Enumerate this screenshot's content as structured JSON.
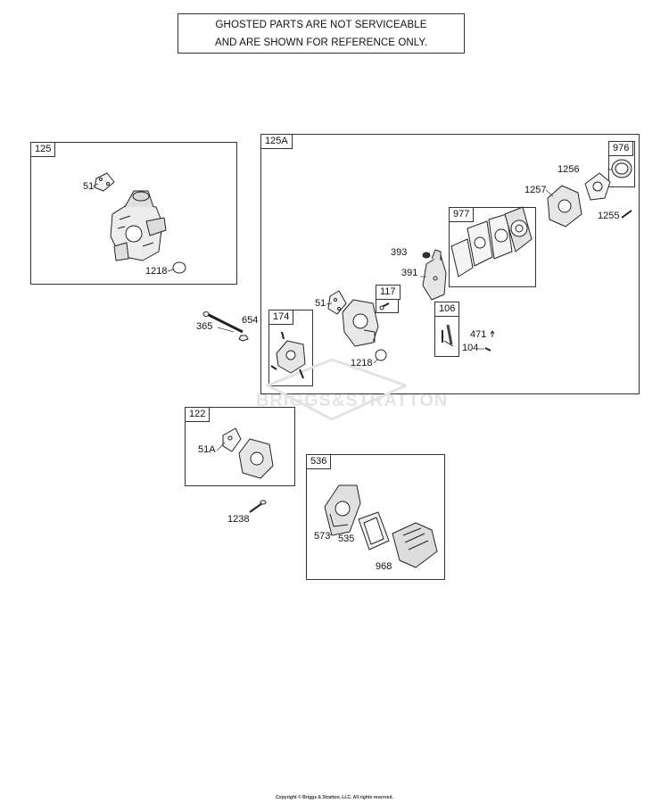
{
  "notice": {
    "line1": "GHOSTED PARTS ARE NOT SERVICEABLE",
    "line2": "AND ARE SHOWN FOR REFERENCE ONLY."
  },
  "watermark": "BRIGGS&STRATTON",
  "groups": {
    "g125": "125",
    "g125a": "125A",
    "g976": "976",
    "g977": "977",
    "g117": "117",
    "g106": "106",
    "g174": "174",
    "g122": "122",
    "g536": "536"
  },
  "labels": {
    "p51_a": "51",
    "p1218_a": "1218",
    "p1256": "1256",
    "p1257": "1257",
    "p1255": "1255",
    "p393": "393",
    "p391": "391",
    "p51_b": "51",
    "p471": "471",
    "p104": "104",
    "p1218_b": "1218",
    "p365": "365",
    "p654": "654",
    "p51a": "51A",
    "p1238": "1238",
    "p573": "573",
    "p535": "535",
    "p968": "968"
  },
  "copyright": "Copyright © Briggs & Stratton, LLC. All rights reserved."
}
